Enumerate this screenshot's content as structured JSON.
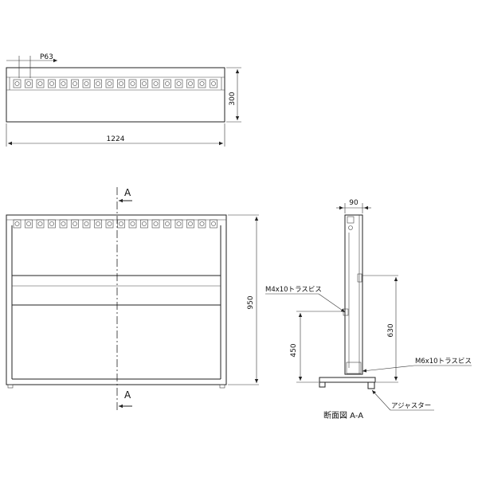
{
  "plan_view": {
    "pitch_label": "P63",
    "depth_label": "300",
    "width_label": "1224"
  },
  "front_view": {
    "section_mark_top": "A",
    "section_mark_bottom": "A",
    "height_label": "950"
  },
  "section_view": {
    "depth_label": "90",
    "screw_upper_label": "M4x10トラスビス",
    "screw_lower_label": "M6x10トラスビス",
    "height_450_label": "450",
    "height_630_label": "630",
    "adjuster_label": "アジャスター",
    "title": "断面図 A-A"
  },
  "colors": {
    "line": "#222222",
    "background": "#ffffff"
  }
}
